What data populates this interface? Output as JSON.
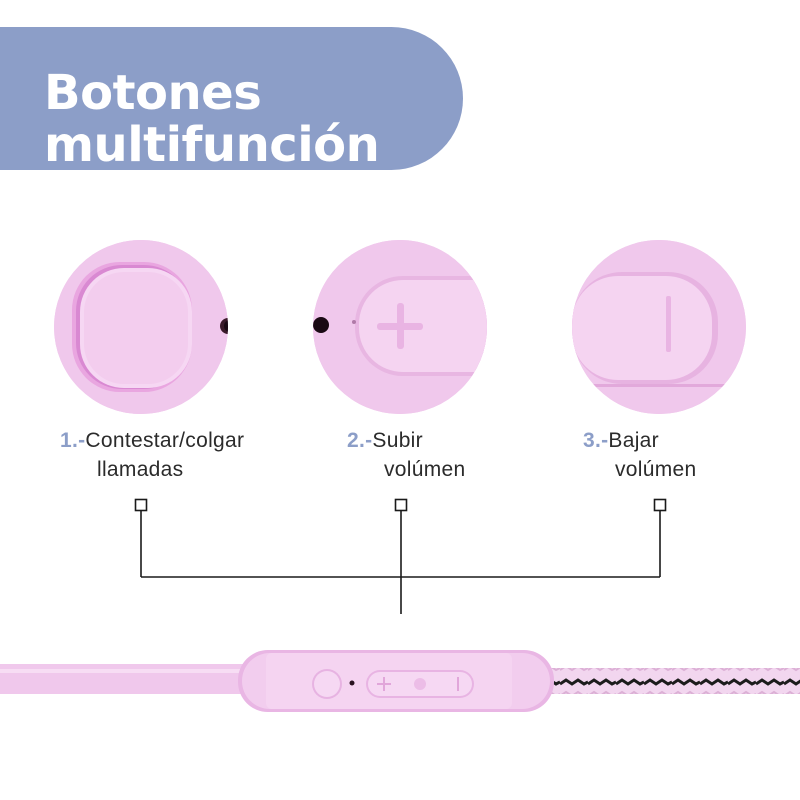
{
  "banner": {
    "title_line1": "Botones",
    "title_line2": "multifunción",
    "color": "#8c9ec8"
  },
  "buttons": [
    {
      "number": "1.-",
      "line1": "Contestar/colgar",
      "line2": "llamadas",
      "icon": "round-button-icon"
    },
    {
      "number": "2.-",
      "line1": "Subir",
      "line2": "volúmen",
      "icon": "plus-icon"
    },
    {
      "number": "3.-",
      "line1": "Bajar",
      "line2": "volúmen",
      "icon": "minus-icon"
    }
  ],
  "colors": {
    "accent": "#8c9ec8",
    "product_pink": "#f0c8ec",
    "text": "#2b2b2b"
  }
}
